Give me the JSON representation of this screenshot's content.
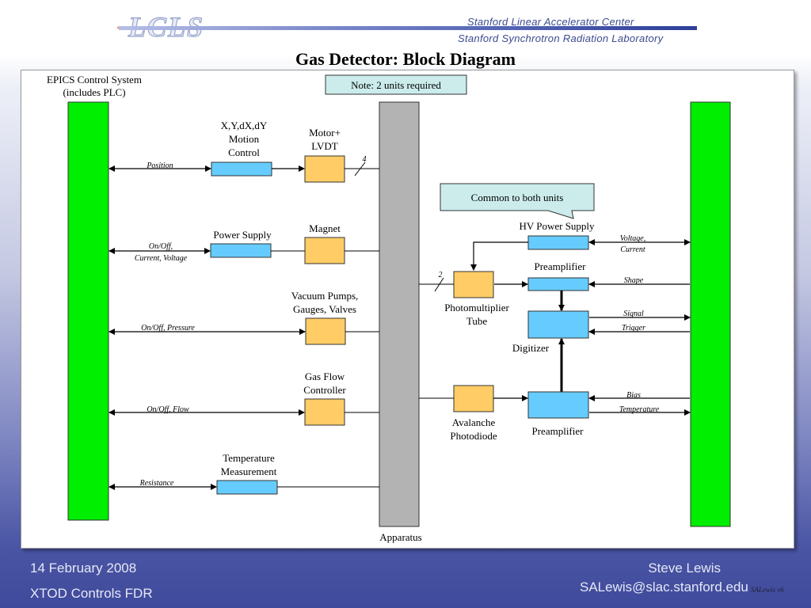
{
  "header": {
    "logo_text": "LCLS",
    "slac": "Stanford Linear Accelerator Center",
    "ssrl": "Stanford Synchrotron Radiation Laboratory",
    "title": "Gas Detector: Block Diagram"
  },
  "diagram": {
    "epics_line1": "EPICS Control System",
    "epics_line2": "(includes PLC)",
    "note": "Note: 2 units required",
    "common": "Common to both units",
    "apparatus": "Apparatus",
    "xy_line1": "X,Y,dX,dY",
    "xy_line2": "Motion",
    "xy_line3": "Control",
    "motor_line1": "Motor+",
    "motor_line2": "LVDT",
    "count_4": "4",
    "position": "Position",
    "power_supply": "Power Supply",
    "magnet": "Magnet",
    "onoff_line1": "On/Off,",
    "onoff_line2": "Current, Voltage",
    "vac_line1": "Vacuum Pumps,",
    "vac_line2": "Gauges, Valves",
    "onoff_pressure": "On/Off, Pressure",
    "gasflow_line1": "Gas Flow",
    "gasflow_line2": "Controller",
    "onoff_flow": "On/Off, Flow",
    "temp_line1": "Temperature",
    "temp_line2": "Measurement",
    "resistance": "Resistance",
    "hv_power_supply": "HV Power Supply",
    "voltage_line1": "Voltage,",
    "voltage_line2": "Current",
    "preamplifier_top": "Preamplifier",
    "shape": "Shape",
    "count_2": "2",
    "pmt_line1": "Photomultiplier",
    "pmt_line2": "Tube",
    "signal": "Signal",
    "trigger": "Trigger",
    "digitizer": "Digitizer",
    "bias": "Bias",
    "temperature_sig": "Temperature",
    "apd_line1": "Avalanche",
    "apd_line2": "Photodiode",
    "preamplifier_bottom": "Preamplifier"
  },
  "footer": {
    "date": "14 February 2008",
    "project": "XTOD  Controls FDR",
    "name": "Steve Lewis",
    "email": "SALewis@slac.stanford.edu",
    "version": "SALewis v6"
  },
  "colors": {
    "green_bar": "#00ee00",
    "blue_box": "#66ccff",
    "orange_box": "#ffcc66",
    "apparatus": "#b3b3b3",
    "callout": "#ccecec"
  }
}
